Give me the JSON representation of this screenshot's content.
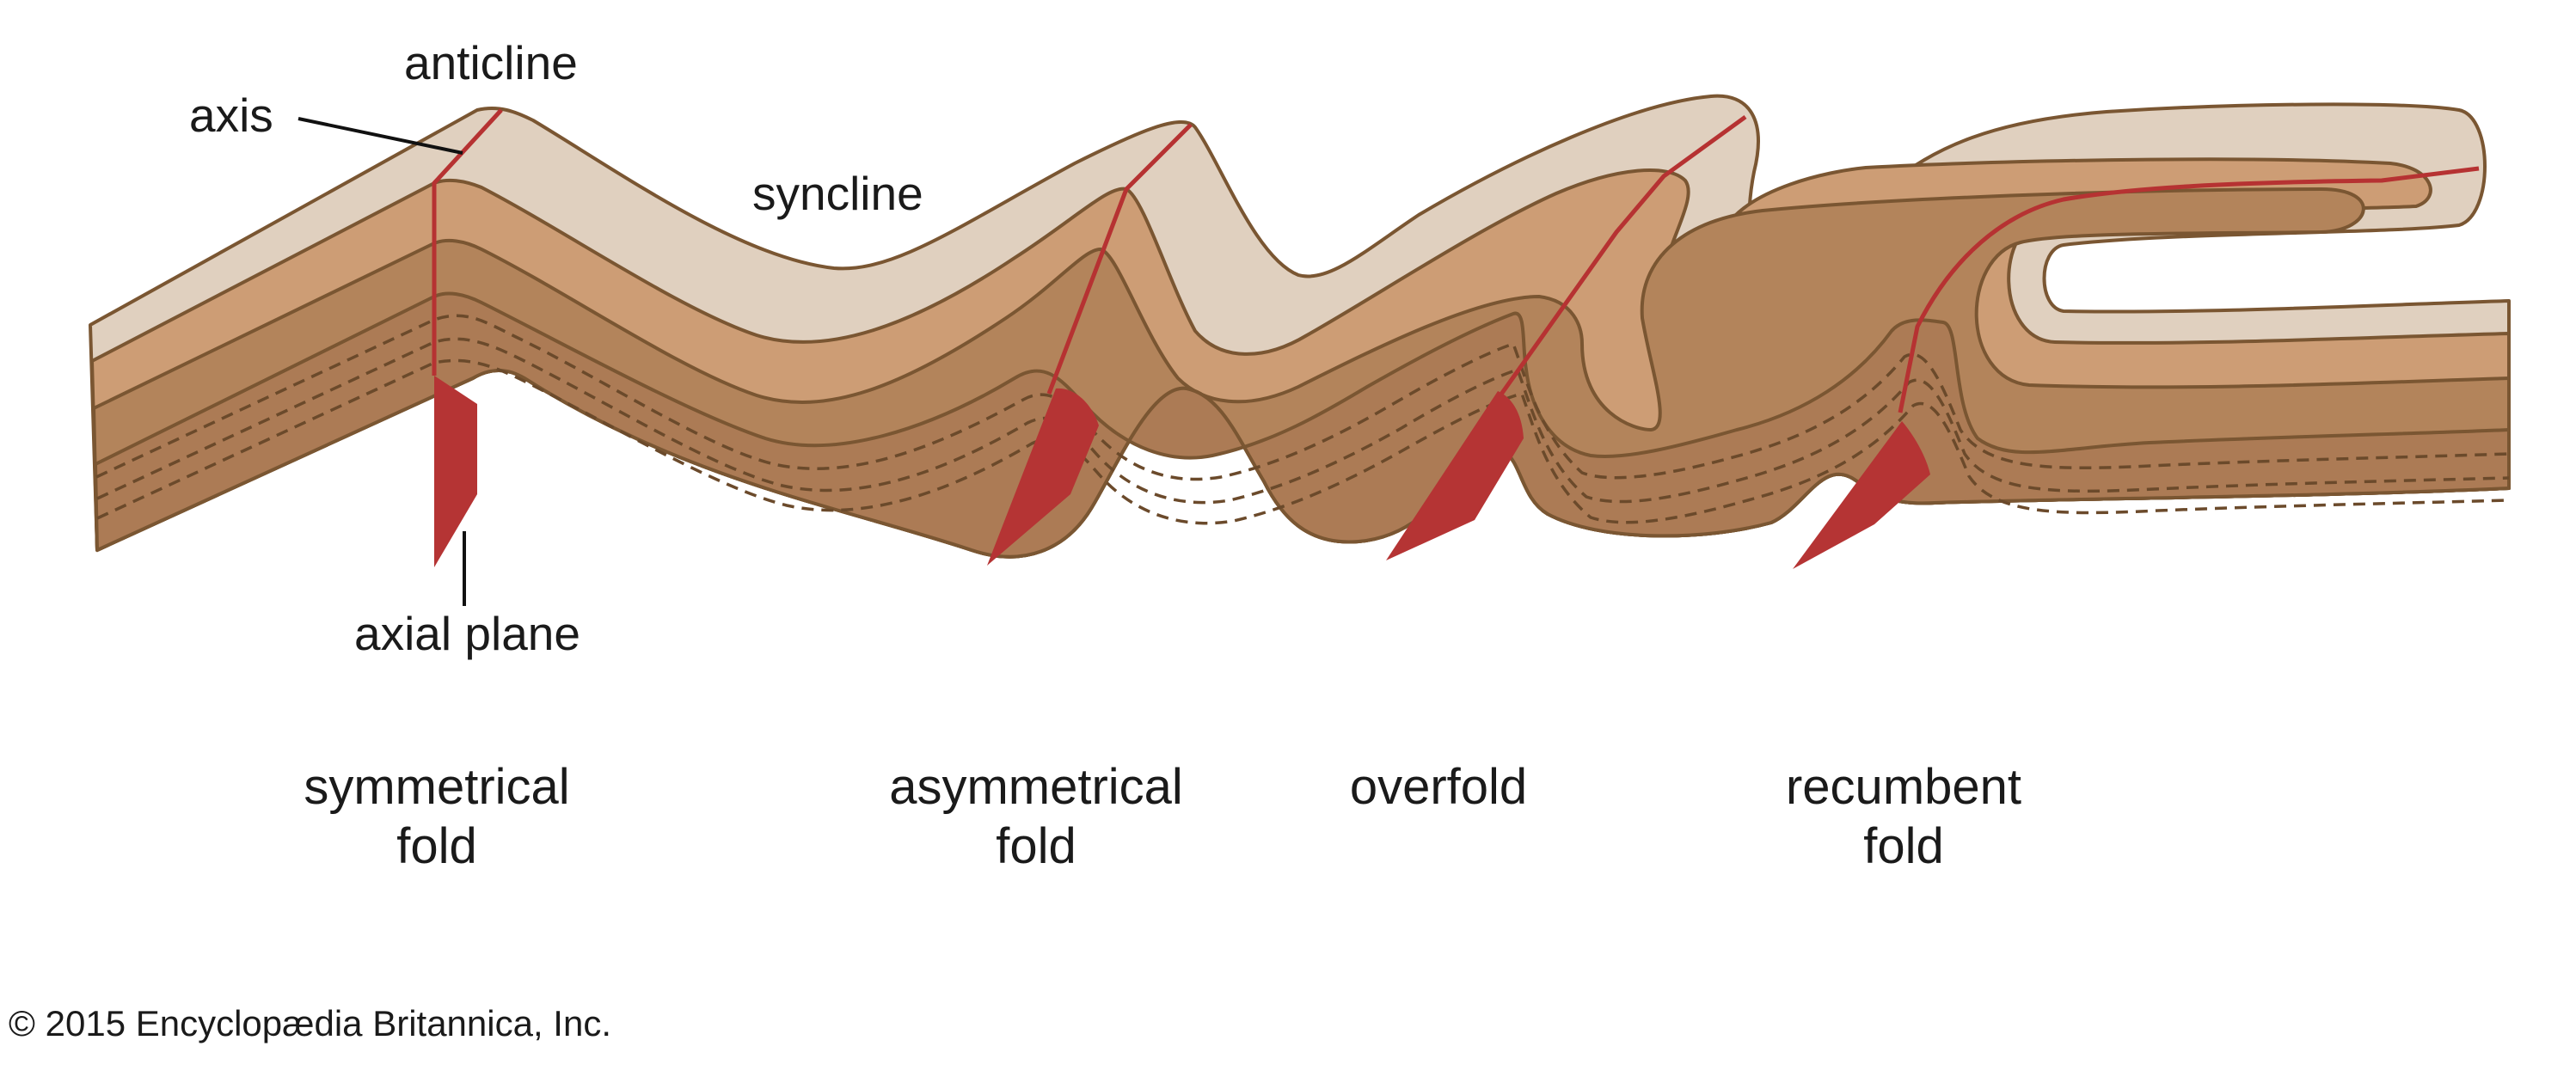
{
  "labels": {
    "anticline": "anticline",
    "axis": "axis",
    "syncline": "syncline",
    "axial_plane": "axial plane"
  },
  "fold_types": [
    {
      "line1": "symmetrical",
      "line2": "fold"
    },
    {
      "line1": "asymmetrical",
      "line2": "fold"
    },
    {
      "line1": "overfold",
      "line2": ""
    },
    {
      "line1": "recumbent",
      "line2": "fold"
    }
  ],
  "copyright": "© 2015 Encyclopædia Britannica, Inc.",
  "colors": {
    "layer_top": "#e0d0bf",
    "layer_2": "#cd9d75",
    "layer_3": "#b3845b",
    "layer_bottom": "#ac7b55",
    "boundary": "#7a5632",
    "axial_red": "#b53434"
  }
}
